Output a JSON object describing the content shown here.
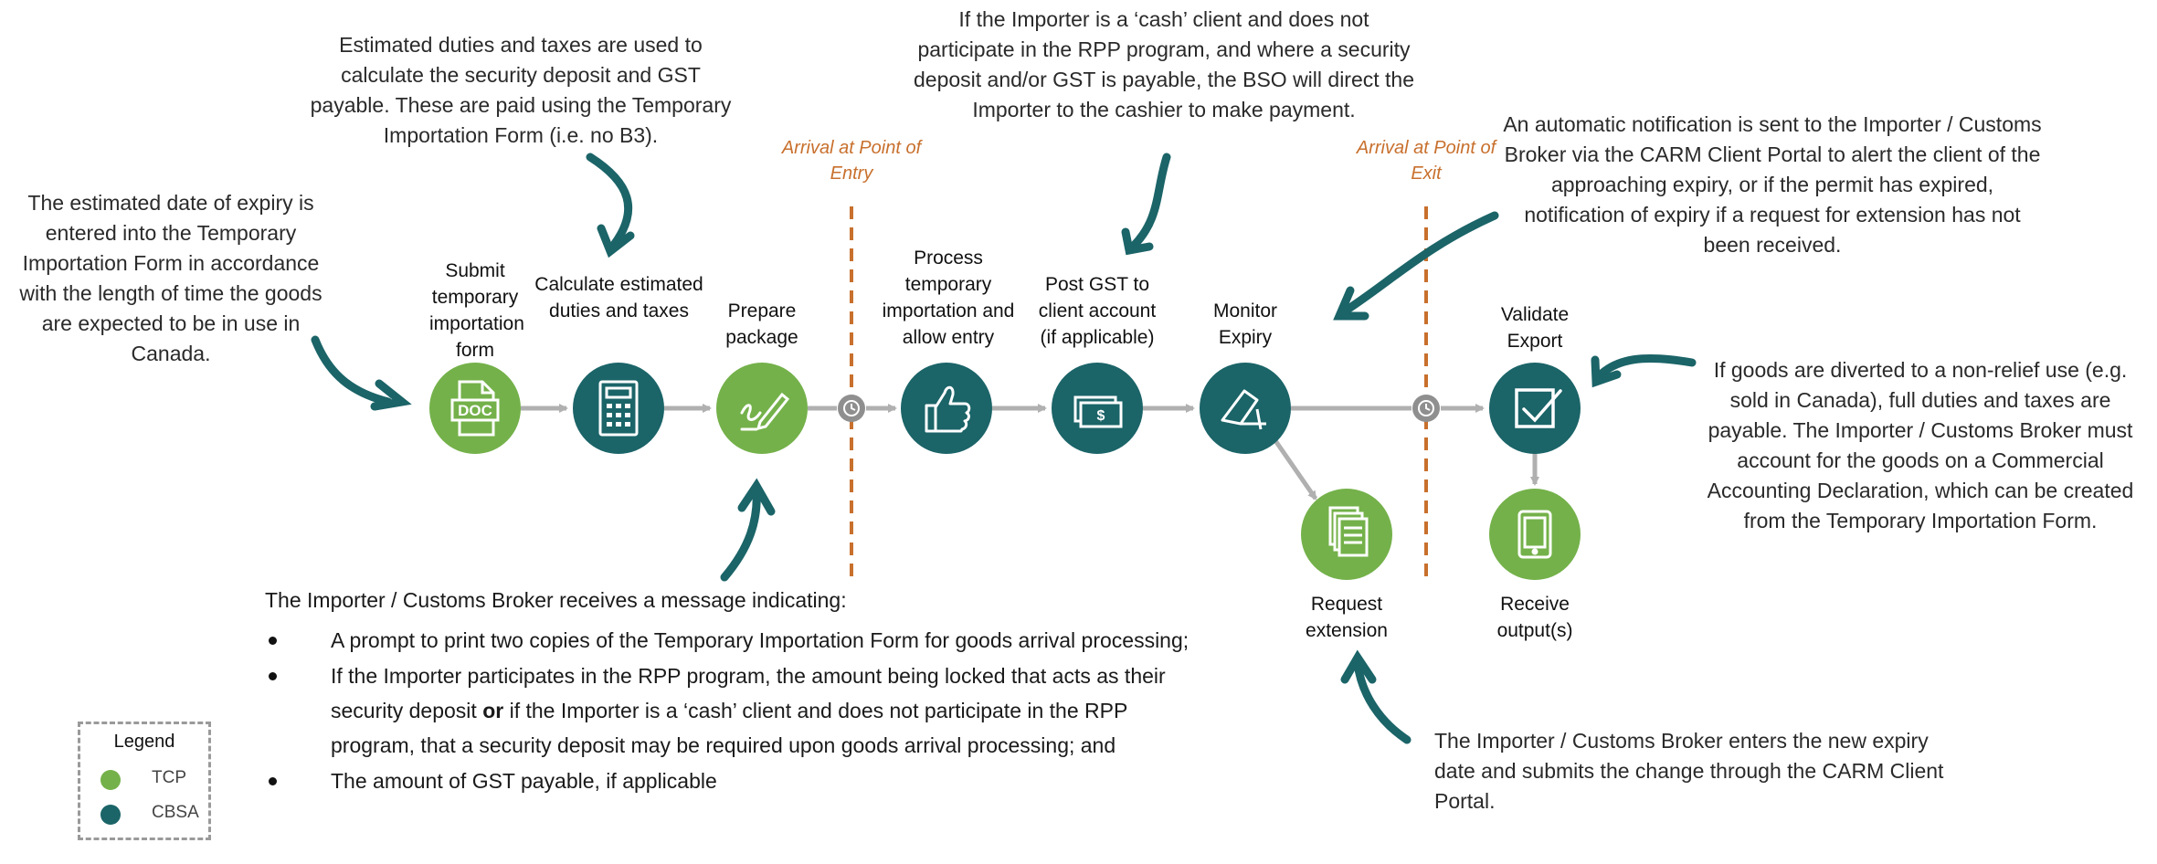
{
  "colors": {
    "tcp": "#74b14a",
    "cbsa": "#1b6468",
    "arrow": "#b0b0b0",
    "marker": "#c8702d",
    "callout": "#1b6468"
  },
  "steps": [
    {
      "label": "Submit temporary importation form",
      "icon": "doc-icon",
      "group": "TCP"
    },
    {
      "label": "Calculate estimated duties and taxes",
      "icon": "calculator-icon",
      "group": "CBSA"
    },
    {
      "label": "Prepare package",
      "icon": "pen-signature-icon",
      "group": "TCP"
    },
    {
      "label": "Process temporary importation and allow entry",
      "icon": "thumbs-up-icon",
      "group": "CBSA"
    },
    {
      "label": "Post GST to client account (if applicable)",
      "icon": "cash-icon",
      "group": "CBSA"
    },
    {
      "label": "Monitor Expiry",
      "icon": "expiry-icon",
      "group": "CBSA"
    },
    {
      "label": "Request extension",
      "icon": "documents-icon",
      "group": "TCP"
    },
    {
      "label": "Validate Export",
      "icon": "checkbox-icon",
      "group": "CBSA"
    },
    {
      "label": "Receive output(s)",
      "icon": "tablet-icon",
      "group": "TCP"
    }
  ],
  "markers": {
    "entry": "Arrival at Point of Entry",
    "exit": "Arrival at Point of Exit",
    "icon": "clock-icon"
  },
  "notes": {
    "expiry_date": "The estimated date of expiry is entered into the Temporary Importation Form in accordance with the length of time the goods are expected to be in use in Canada.",
    "duties": "Estimated duties and taxes are used to calculate the security deposit and GST payable. These are paid using the Temporary Importation Form (i.e. no B3).",
    "cash_client": "If the Importer is a ‘cash’ client and does not participate in the RPP program, and where a security deposit and/or GST is payable, the BSO will direct the Importer to the cashier to make payment.",
    "notification": "An automatic notification is sent to the Importer / Customs Broker via the CARM Client Portal to alert the client of the approaching expiry, or if the permit has expired, notification of expiry if a request for extension has not been received.",
    "diverted": "If goods are diverted to a non-relief use (e.g. sold in Canada), full duties and taxes are payable. The Importer / Customs Broker must account for the goods on a Commercial Accounting Declaration, which can be created from the Temporary Importation Form.",
    "extension": "The Importer / Customs Broker enters the new expiry date and submits the change through the CARM Client Portal."
  },
  "message": {
    "intro": "The Importer / Customs Broker receives a message indicating:",
    "bullet1": "A prompt to print two copies of the Temporary Importation Form for goods arrival processing;",
    "bullet2_a": "If the Importer participates in the RPP program, the amount being locked that acts as their security deposit ",
    "bullet2_or": "or",
    "bullet2_b": " if the Importer is a ‘cash’ client and does not participate in the RPP program, that a security deposit may be required upon goods arrival processing; and",
    "bullet3": "The amount of GST payable, if applicable"
  },
  "legend": {
    "title": "Legend",
    "items": [
      {
        "label": "TCP",
        "color": "#74b14a"
      },
      {
        "label": "CBSA",
        "color": "#1b6468"
      }
    ]
  }
}
